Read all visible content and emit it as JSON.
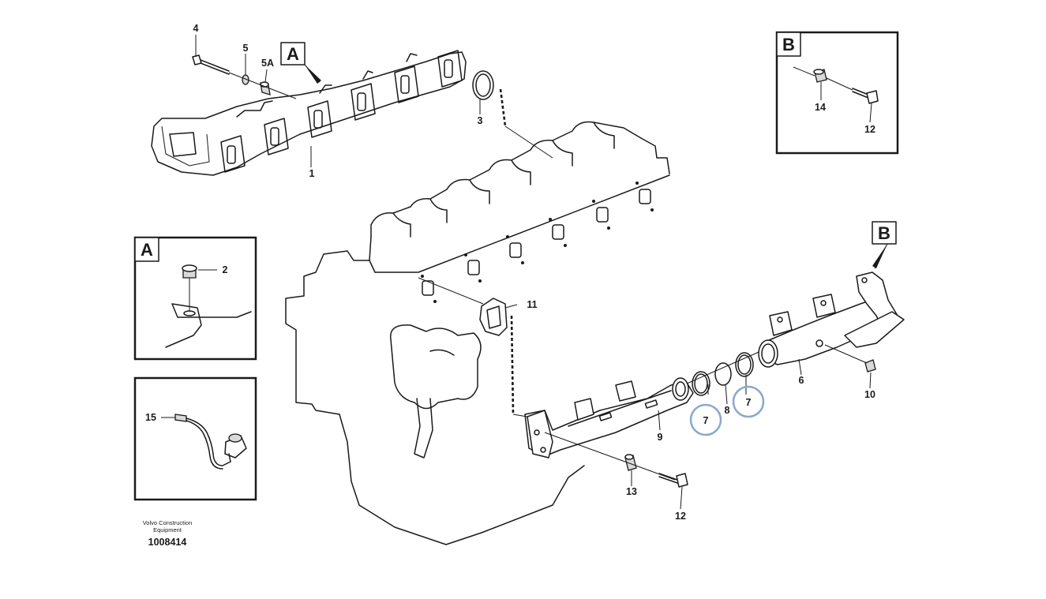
{
  "callout_labels": {
    "l1": "1",
    "l2": "2",
    "l3": "3",
    "l4": "4",
    "l5": "5",
    "l5a": "5A",
    "l6": "6",
    "l7a": "7",
    "l7b": "7",
    "l8": "8",
    "l9": "9",
    "l10": "10",
    "l11": "11",
    "l12a": "12",
    "l12b": "12",
    "l13": "13",
    "l14": "14",
    "l15": "15"
  },
  "view_markers": {
    "a_top": "A",
    "b_right": "B",
    "a_box": "A",
    "b_box": "B"
  },
  "highlight_color": "#8aa8cc",
  "footer": {
    "brand_line1": "Volvo Construction",
    "brand_line2": "Equipment",
    "document_number": "1008414"
  }
}
